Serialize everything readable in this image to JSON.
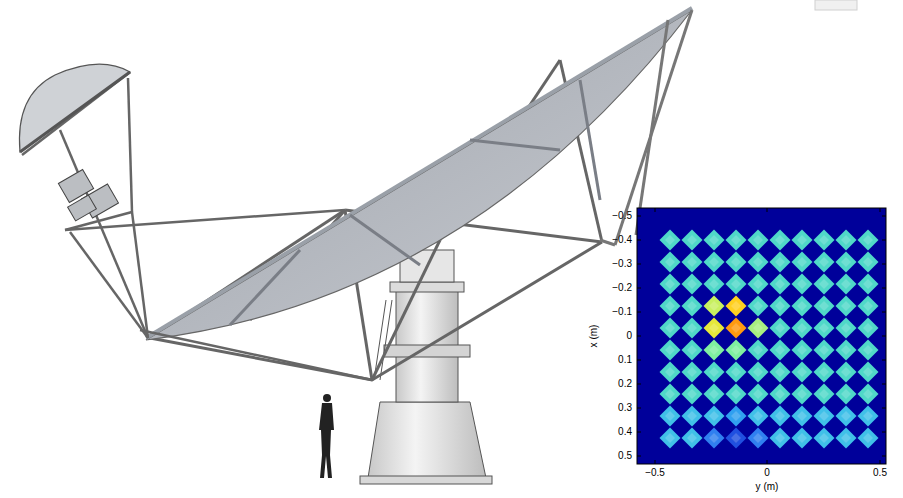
{
  "diagram": {
    "labels": [
      "−0.5",
      "−0.4",
      "−0.3",
      "−0.2",
      "−0.1",
      "0",
      "0.1",
      "0.2",
      "0.3",
      "0.4",
      "0.5",
      "x (m)",
      "−0.5",
      "0",
      "0.5",
      "y (m)"
    ]
  }
}
